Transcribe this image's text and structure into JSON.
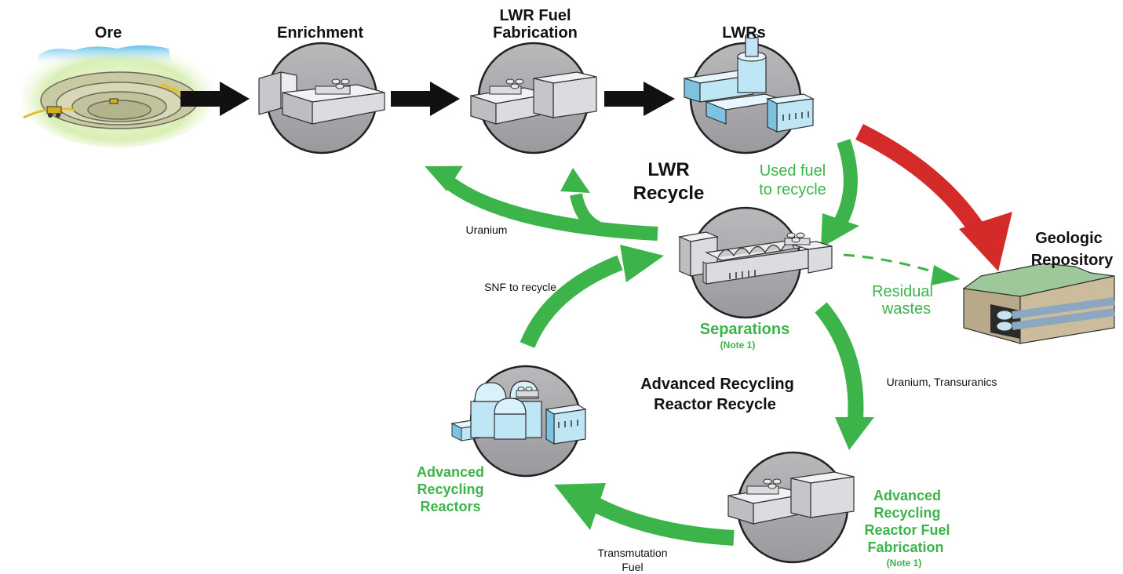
{
  "colors": {
    "green": "#3cb44a",
    "red": "#d42a2a",
    "black": "#111111",
    "circle": "#a8a8ab",
    "building_light": "#e6e6e8",
    "building_mid": "#c6c6ca",
    "reactor_blue": "#bfe6f5",
    "reactor_blue_dark": "#7cc3e2"
  },
  "nodes": {
    "ore": {
      "label": "Ore"
    },
    "enrichment": {
      "label": "Enrichment"
    },
    "lwr_fuel_fab": {
      "label_line1": "LWR Fuel",
      "label_line2": "Fabrication"
    },
    "lwrs": {
      "label": "LWRs"
    },
    "geologic_repository": {
      "label_line1": "Geologic",
      "label_line2": "Repository"
    },
    "separations": {
      "label": "Separations",
      "note": "(Note 1)"
    },
    "adv_reactors": {
      "label_line1": "Advanced",
      "label_line2": "Recycling",
      "label_line3": "Reactors"
    },
    "adv_fuel_fab": {
      "label_line1": "Advanced",
      "label_line2": "Recycling",
      "label_line3": "Reactor Fuel",
      "label_line4": "Fabrication",
      "note": "(Note 1)"
    }
  },
  "loops": {
    "lwr_recycle": {
      "line1": "LWR",
      "line2": "Recycle"
    },
    "advanced_recycle": {
      "line1": "Advanced Recycling",
      "line2": "Reactor Recycle"
    }
  },
  "flows": {
    "used_fuel": {
      "line1": "Used fuel",
      "line2": "to recycle"
    },
    "residual": {
      "line1": "Residual",
      "line2": "wastes"
    },
    "uranium": "Uranium",
    "snf": "SNF to recycle",
    "u_tru": "Uranium, Transuranics",
    "transmutation": {
      "line1": "Transmutation",
      "line2": "Fuel"
    }
  }
}
